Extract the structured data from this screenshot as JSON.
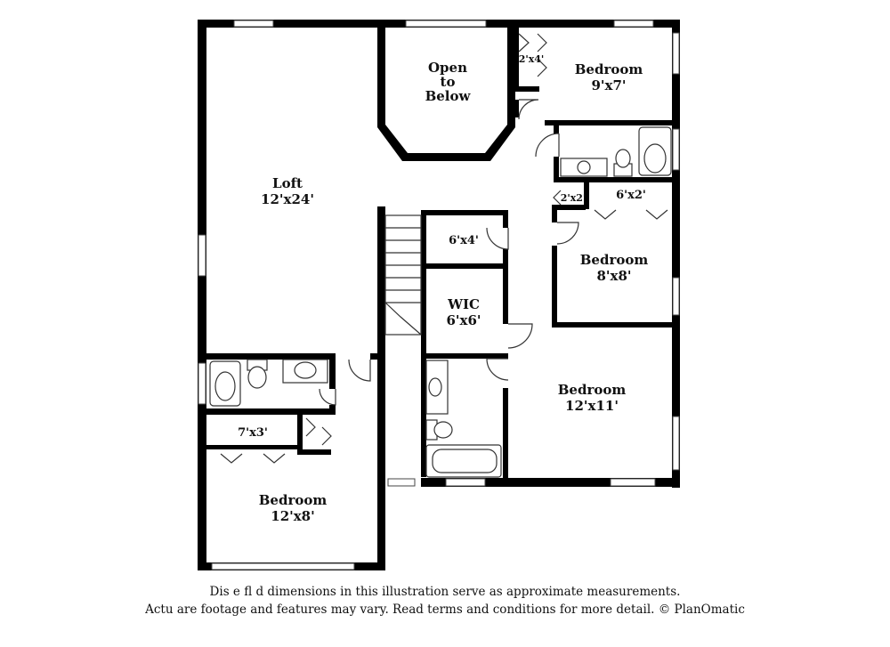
{
  "rooms": {
    "loft": {
      "name": "Loft",
      "dim": "12'x24'"
    },
    "open_to_below": {
      "line1": "Open",
      "line2": "to",
      "line3": "Below"
    },
    "bedroom_top": {
      "name": "Bedroom",
      "dim": "9'x7'"
    },
    "closet_top": {
      "dim": "2'x4'"
    },
    "closet_2x2": {
      "dim": "2'x2'"
    },
    "closet_6x2": {
      "dim": "6'x2'"
    },
    "bedroom_mid": {
      "name": "Bedroom",
      "dim": "8'x8'"
    },
    "closet_6x4": {
      "dim": "6'x4'"
    },
    "wic": {
      "name": "WIC",
      "dim": "6'x6'"
    },
    "bedroom_right": {
      "name": "Bedroom",
      "dim": "12'x11'"
    },
    "closet_7x3": {
      "dim": "7'x3'"
    },
    "bedroom_left": {
      "name": "Bedroom",
      "dim": "12'x8'"
    }
  },
  "disclaimer": {
    "line1": "Dis    e fl    d dimensions in this illustration serve as approximate measurements.",
    "line2": "Actu    are footage and features may vary. Read terms and conditions for more detail. © PlanOmatic"
  }
}
